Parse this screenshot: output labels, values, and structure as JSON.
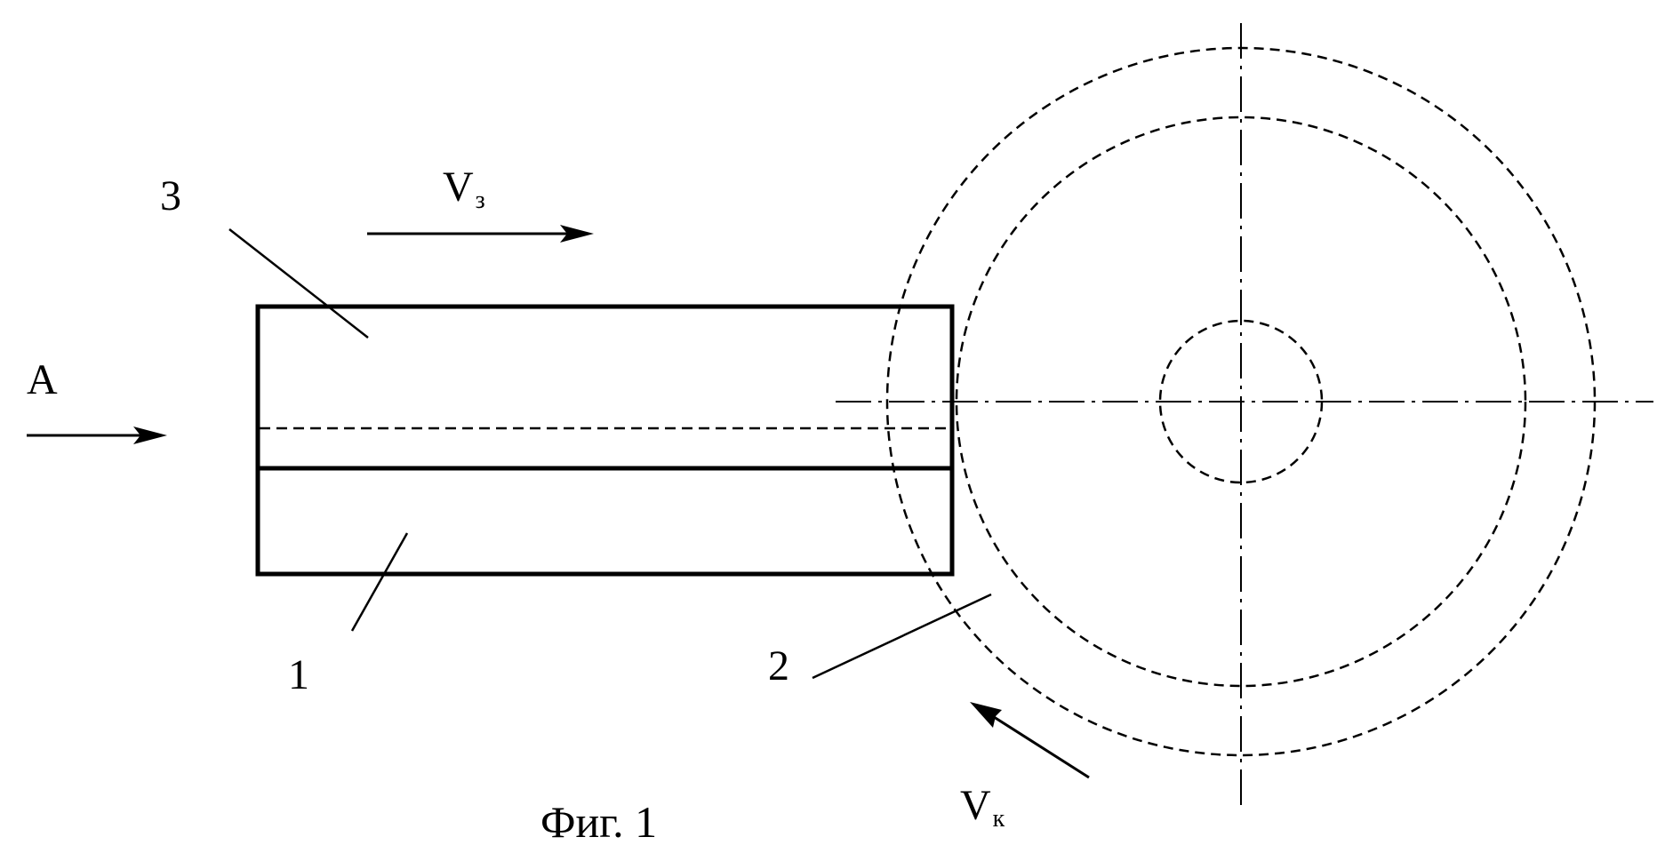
{
  "labels": {
    "part_1": "1",
    "part_2": "2",
    "part_3": "3",
    "view_a": "A",
    "velocity_z_main": "V",
    "velocity_z_sub": "з",
    "velocity_k_main": "V",
    "velocity_k_sub": "к",
    "caption": "Фиг. 1"
  },
  "colors": {
    "ink": "#000000",
    "background": "#ffffff"
  }
}
